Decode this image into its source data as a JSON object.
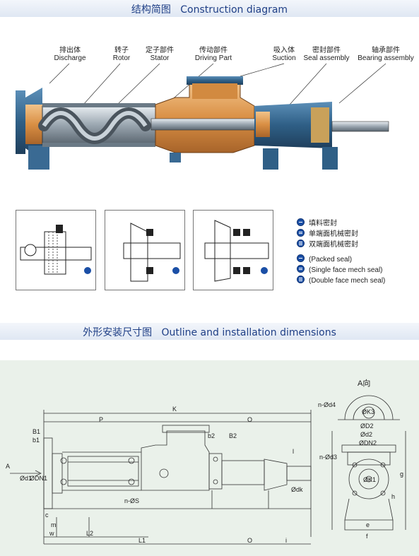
{
  "section1": {
    "title_cn": "结构简图",
    "title_en": "Construction diagram"
  },
  "parts": [
    {
      "cn": "排出体",
      "en": "Discharge"
    },
    {
      "cn": "转子",
      "en": "Rotor"
    },
    {
      "cn": "定子部件",
      "en": "Stator"
    },
    {
      "cn": "传动部件",
      "en": "Driving Part"
    },
    {
      "cn": "吸入体",
      "en": "Suction"
    },
    {
      "cn": "密封部件",
      "en": "Seal assembly"
    },
    {
      "cn": "轴承部件",
      "en": "Bearing assembly"
    }
  ],
  "legend_cn": [
    "填料密封",
    "单端面机械密封",
    "双端面机械密封"
  ],
  "legend_en": [
    "(Packed seal)",
    "(Single face mech seal)",
    "(Double face mech seal)"
  ],
  "section2": {
    "title_cn": "外形安装尺寸图",
    "title_en": "Outline and installation dimensions"
  },
  "dims": {
    "K": "K",
    "P": "P",
    "O": "O",
    "B1": "B1",
    "b1": "b1",
    "b2": "b2",
    "B2": "B2",
    "A": "A",
    "Dd1": "Ød1",
    "DDN1": "ØDN1",
    "DS": "n-ØS",
    "dk": "Ødk",
    "l": "l",
    "c": "c",
    "m": "m",
    "w": "w",
    "L2": "L2",
    "L1": "L1",
    "O2": "O",
    "i": "i",
    "view": "A向",
    "nd4": "n-Ød4",
    "K3": "ØK3",
    "D2": "ØD2",
    "d2": "Ød2",
    "DN2": "ØDN2",
    "nd3": "n-Ød3",
    "K1": "ØK1",
    "h": "h",
    "g": "g",
    "e": "e",
    "f": "f"
  }
}
